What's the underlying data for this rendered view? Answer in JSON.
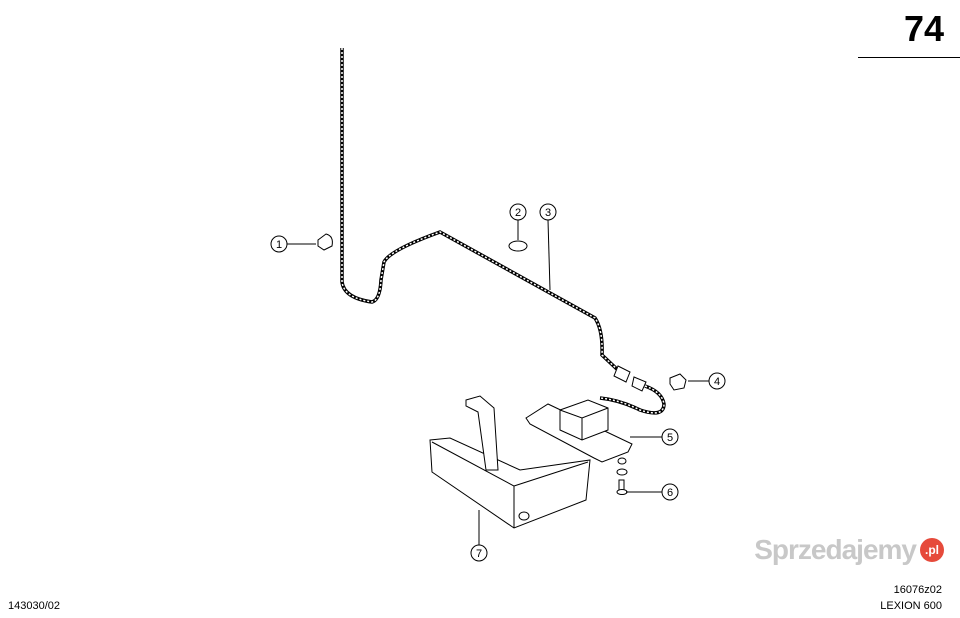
{
  "page_number": "74",
  "drawing_code_left": "143030/02",
  "drawing_code_right": "16076z02",
  "model": "LEXION 600",
  "watermark": {
    "text": "Sprzedajemy",
    "badge": ".pl",
    "badge_color": "#e64a3b"
  },
  "callouts": [
    "1",
    "2",
    "3",
    "4",
    "5",
    "6",
    "7"
  ]
}
